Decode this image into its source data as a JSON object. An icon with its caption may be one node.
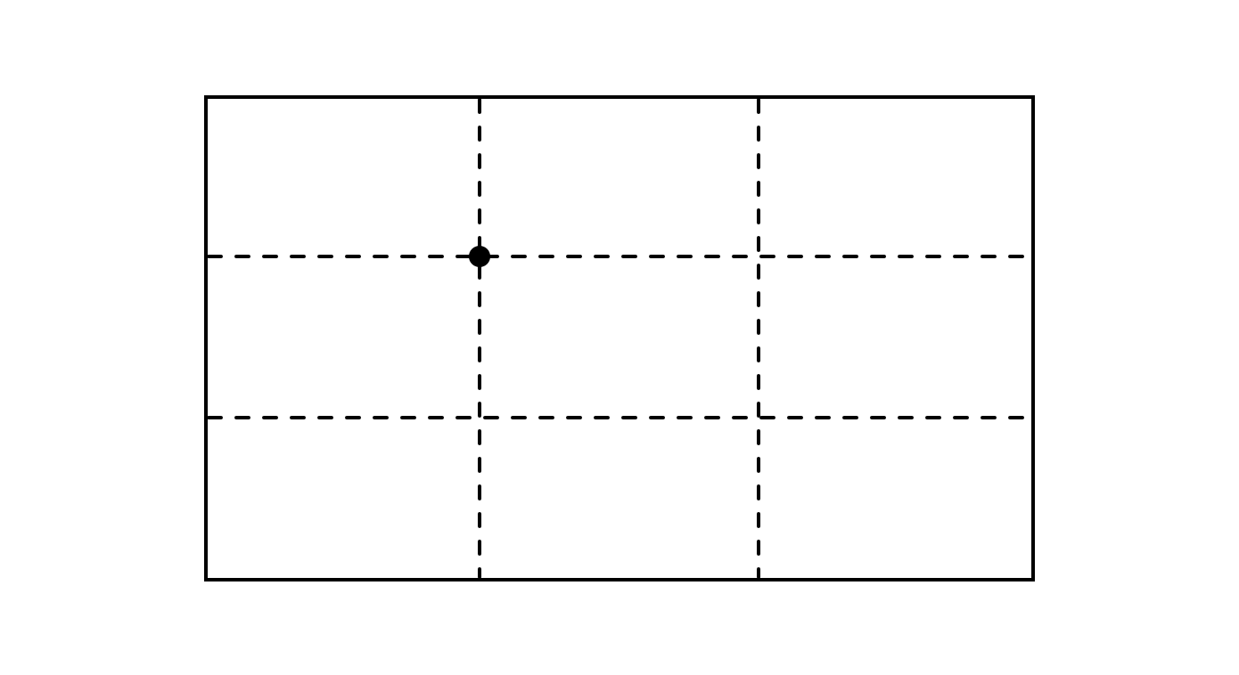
{
  "diagram": {
    "nodes": [
      {
        "text": [],
        "shape": "box"
      },
      {
        "text": [],
        "shape": "circle",
        "in": 0
      }
    ]
  }
}
